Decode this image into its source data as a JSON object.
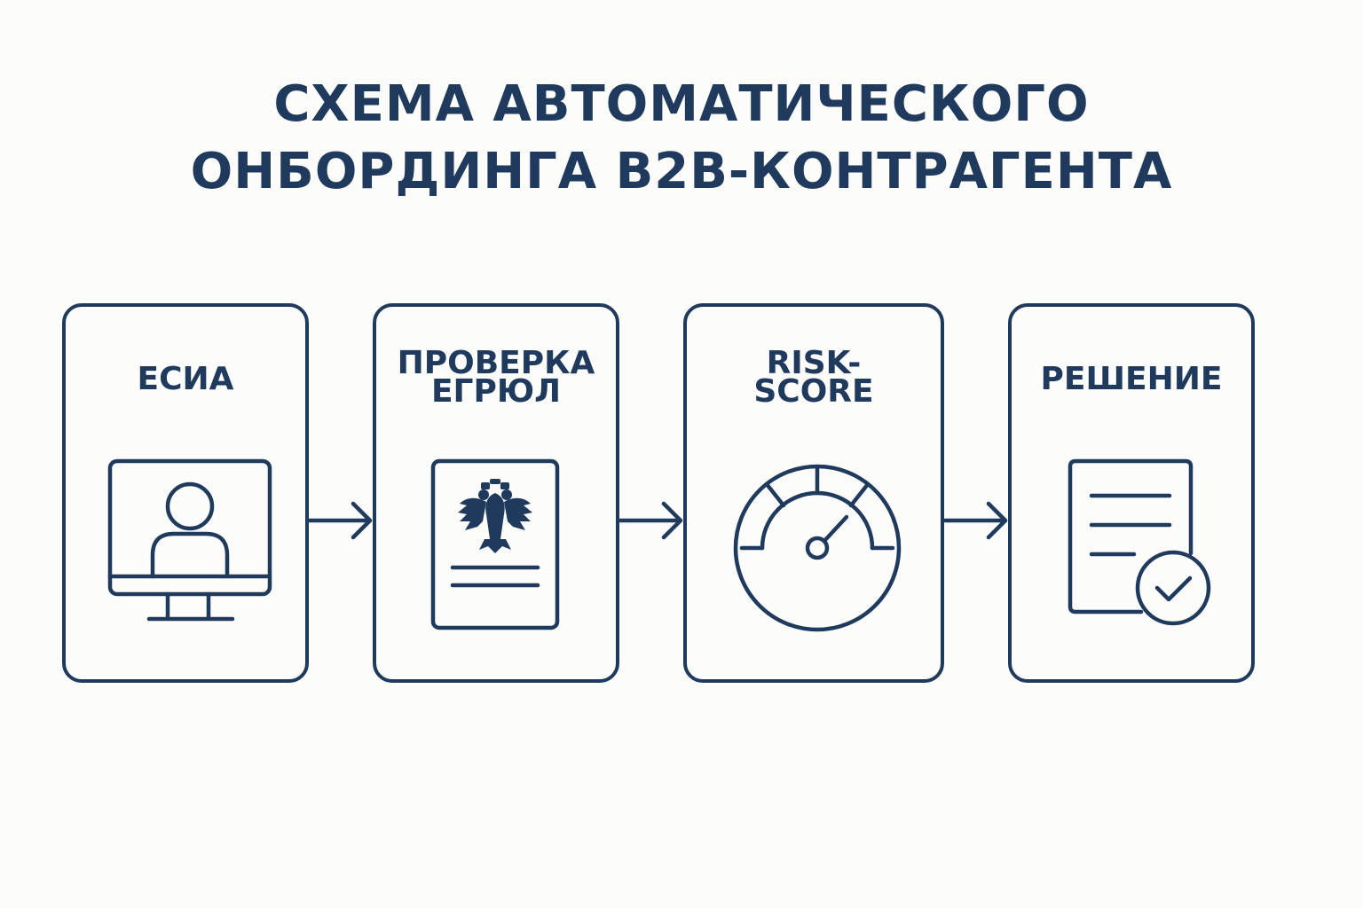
{
  "title": {
    "line1": "СХЕМА АВТОМАТИЧЕСКОГО",
    "line2": "ОНБОРДИНГА B2B-КОНТРАГЕНТА"
  },
  "steps": [
    {
      "label_lines": [
        "ЕСИА"
      ],
      "icon": "user-monitor-icon"
    },
    {
      "label_lines": [
        "ПРОВЕРКА",
        "ЕГРЮЛ"
      ],
      "icon": "registry-document-emblem-icon"
    },
    {
      "label_lines": [
        "RISK-",
        "SCORE"
      ],
      "icon": "gauge-icon"
    },
    {
      "label_lines": [
        "РЕШЕНИЕ"
      ],
      "icon": "approved-document-icon"
    }
  ],
  "colors": {
    "stroke": "#1f3a5c",
    "background": "#fcfcfb"
  }
}
